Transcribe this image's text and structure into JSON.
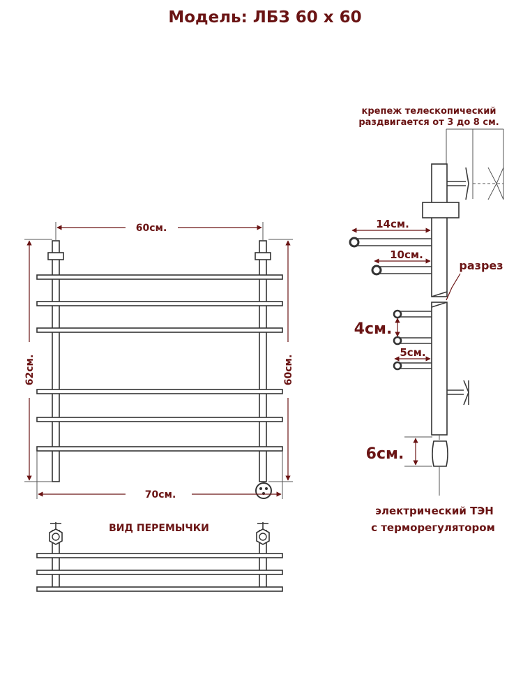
{
  "title": "Модель: ЛБЗ 60 х 60",
  "front_view": {
    "width_top": "60см.",
    "height_left": "62см.",
    "height_right": "60см.",
    "width_bottom": "70см."
  },
  "bridge_view": {
    "label": "ВИД ПЕРЕМЫЧКИ"
  },
  "side_view": {
    "mount_line1": "крепеж телескопический",
    "mount_line2": "раздвигается от 3 до 8 см.",
    "dim_14": "14см.",
    "dim_10": "10см.",
    "section": "разрез",
    "dim_4": "4см.",
    "dim_5": "5см.",
    "dim_6": "6см.",
    "heater_line1": "электрический  ТЭН",
    "heater_line2": "с терморегулятором"
  },
  "colors": {
    "label": "#6a1414",
    "line": "#3a3a3a"
  }
}
